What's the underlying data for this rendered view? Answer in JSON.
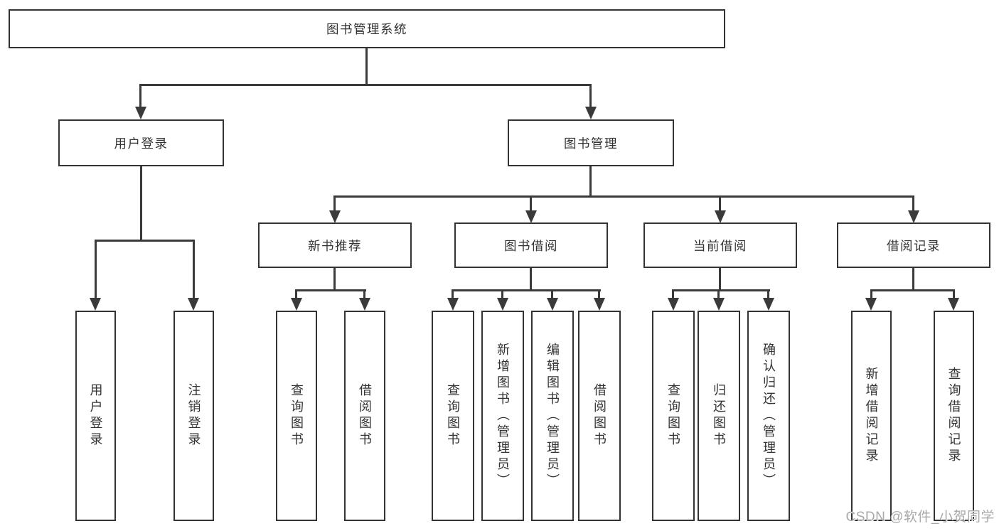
{
  "diagram": {
    "root": {
      "label": "图书管理系统"
    },
    "level2": [
      {
        "label": "用户登录"
      },
      {
        "label": "图书管理"
      }
    ],
    "level3": [
      {
        "label": "新书推荐",
        "parent": "图书管理"
      },
      {
        "label": "图书借阅",
        "parent": "图书管理"
      },
      {
        "label": "当前借阅",
        "parent": "图书管理"
      },
      {
        "label": "借阅记录",
        "parent": "图书管理"
      }
    ],
    "leaves": [
      {
        "label": "用户登录",
        "parent": "用户登录"
      },
      {
        "label": "注销登录",
        "parent": "用户登录"
      },
      {
        "label": "查询图书",
        "parent": "新书推荐"
      },
      {
        "label": "借阅图书",
        "parent": "新书推荐"
      },
      {
        "label": "查询图书",
        "parent": "图书借阅"
      },
      {
        "label": "新增图书（管理员）",
        "parent": "图书借阅"
      },
      {
        "label": "编辑图书（管理员）",
        "parent": "图书借阅"
      },
      {
        "label": "借阅图书",
        "parent": "图书借阅"
      },
      {
        "label": "查询图书",
        "parent": "当前借阅"
      },
      {
        "label": "归还图书",
        "parent": "当前借阅"
      },
      {
        "label": "确认归还（管理员）",
        "parent": "当前借阅"
      },
      {
        "label": "新增借阅记录",
        "parent": "借阅记录"
      },
      {
        "label": "查询借阅记录",
        "parent": "借阅记录"
      }
    ]
  },
  "watermark": {
    "text": "CSDN @软件_小贺同学"
  },
  "colors": {
    "line": "#3a3a3a",
    "box_border": "#333333",
    "text": "#333333",
    "watermark": "#a9a9a9",
    "background": "#ffffff"
  }
}
